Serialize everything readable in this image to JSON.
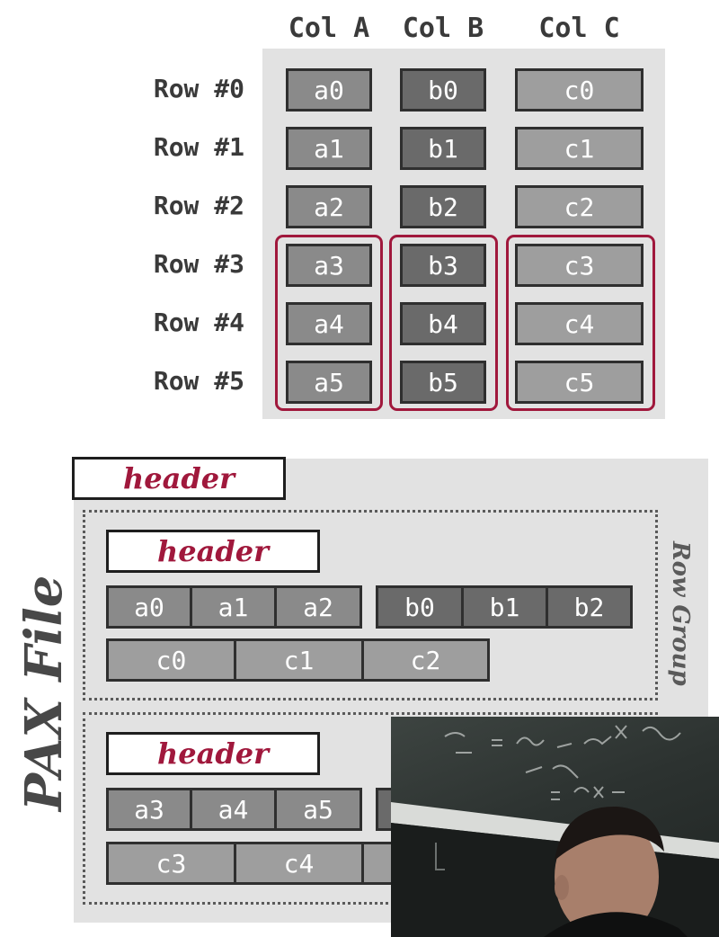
{
  "table": {
    "columns": [
      "Col A",
      "Col B",
      "Col C"
    ],
    "rows": [
      {
        "label": "Row #0",
        "cells": [
          "a0",
          "b0",
          "c0"
        ]
      },
      {
        "label": "Row #1",
        "cells": [
          "a1",
          "b1",
          "c1"
        ]
      },
      {
        "label": "Row #2",
        "cells": [
          "a2",
          "b2",
          "c2"
        ]
      },
      {
        "label": "Row #3",
        "cells": [
          "a3",
          "b3",
          "c3"
        ]
      },
      {
        "label": "Row #4",
        "cells": [
          "a4",
          "b4",
          "c4"
        ]
      },
      {
        "label": "Row #5",
        "cells": [
          "a5",
          "b5",
          "c5"
        ]
      }
    ]
  },
  "pax": {
    "file_label": "PAX File",
    "file_header": "header",
    "row_group_label": "Row Group",
    "groups": [
      {
        "header": "header",
        "a_cells": [
          "a0",
          "a1",
          "a2"
        ],
        "b_cells": [
          "b0",
          "b1",
          "b2"
        ],
        "c_cells": [
          "c0",
          "c1",
          "c2"
        ]
      },
      {
        "header": "header",
        "a_cells": [
          "a3",
          "a4",
          "a5"
        ],
        "c_cells": [
          "c3",
          "c4"
        ]
      }
    ]
  },
  "colors": {
    "col_a": "#8a8a8a",
    "col_b": "#6a6a6a",
    "col_c": "#9e9e9e",
    "highlight": "#a0183c",
    "panel": "#e2e2e2"
  }
}
